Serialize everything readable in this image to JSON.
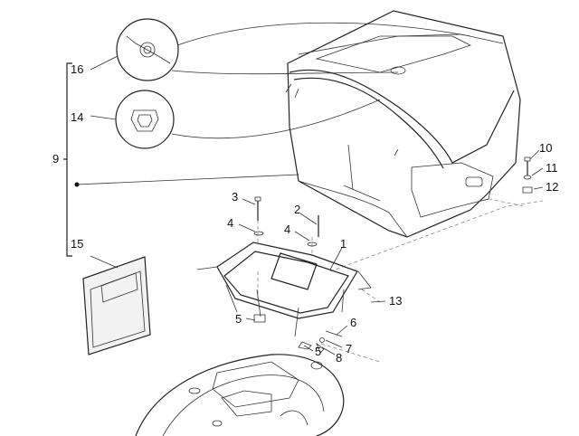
{
  "labels": {
    "l1": "1",
    "l2": "2",
    "l3": "3",
    "l4a": "4",
    "l4b": "4",
    "l5a": "5",
    "l5b": "5",
    "l6": "6",
    "l7": "7",
    "l8": "8",
    "l9": "9",
    "l10": "10",
    "l11": "11",
    "l12": "12",
    "l13": "13",
    "l14": "14",
    "l15": "15",
    "l16": "16"
  },
  "colors": {
    "line": "#222222",
    "dash": "#888888",
    "bag": "#f2f2f2"
  }
}
